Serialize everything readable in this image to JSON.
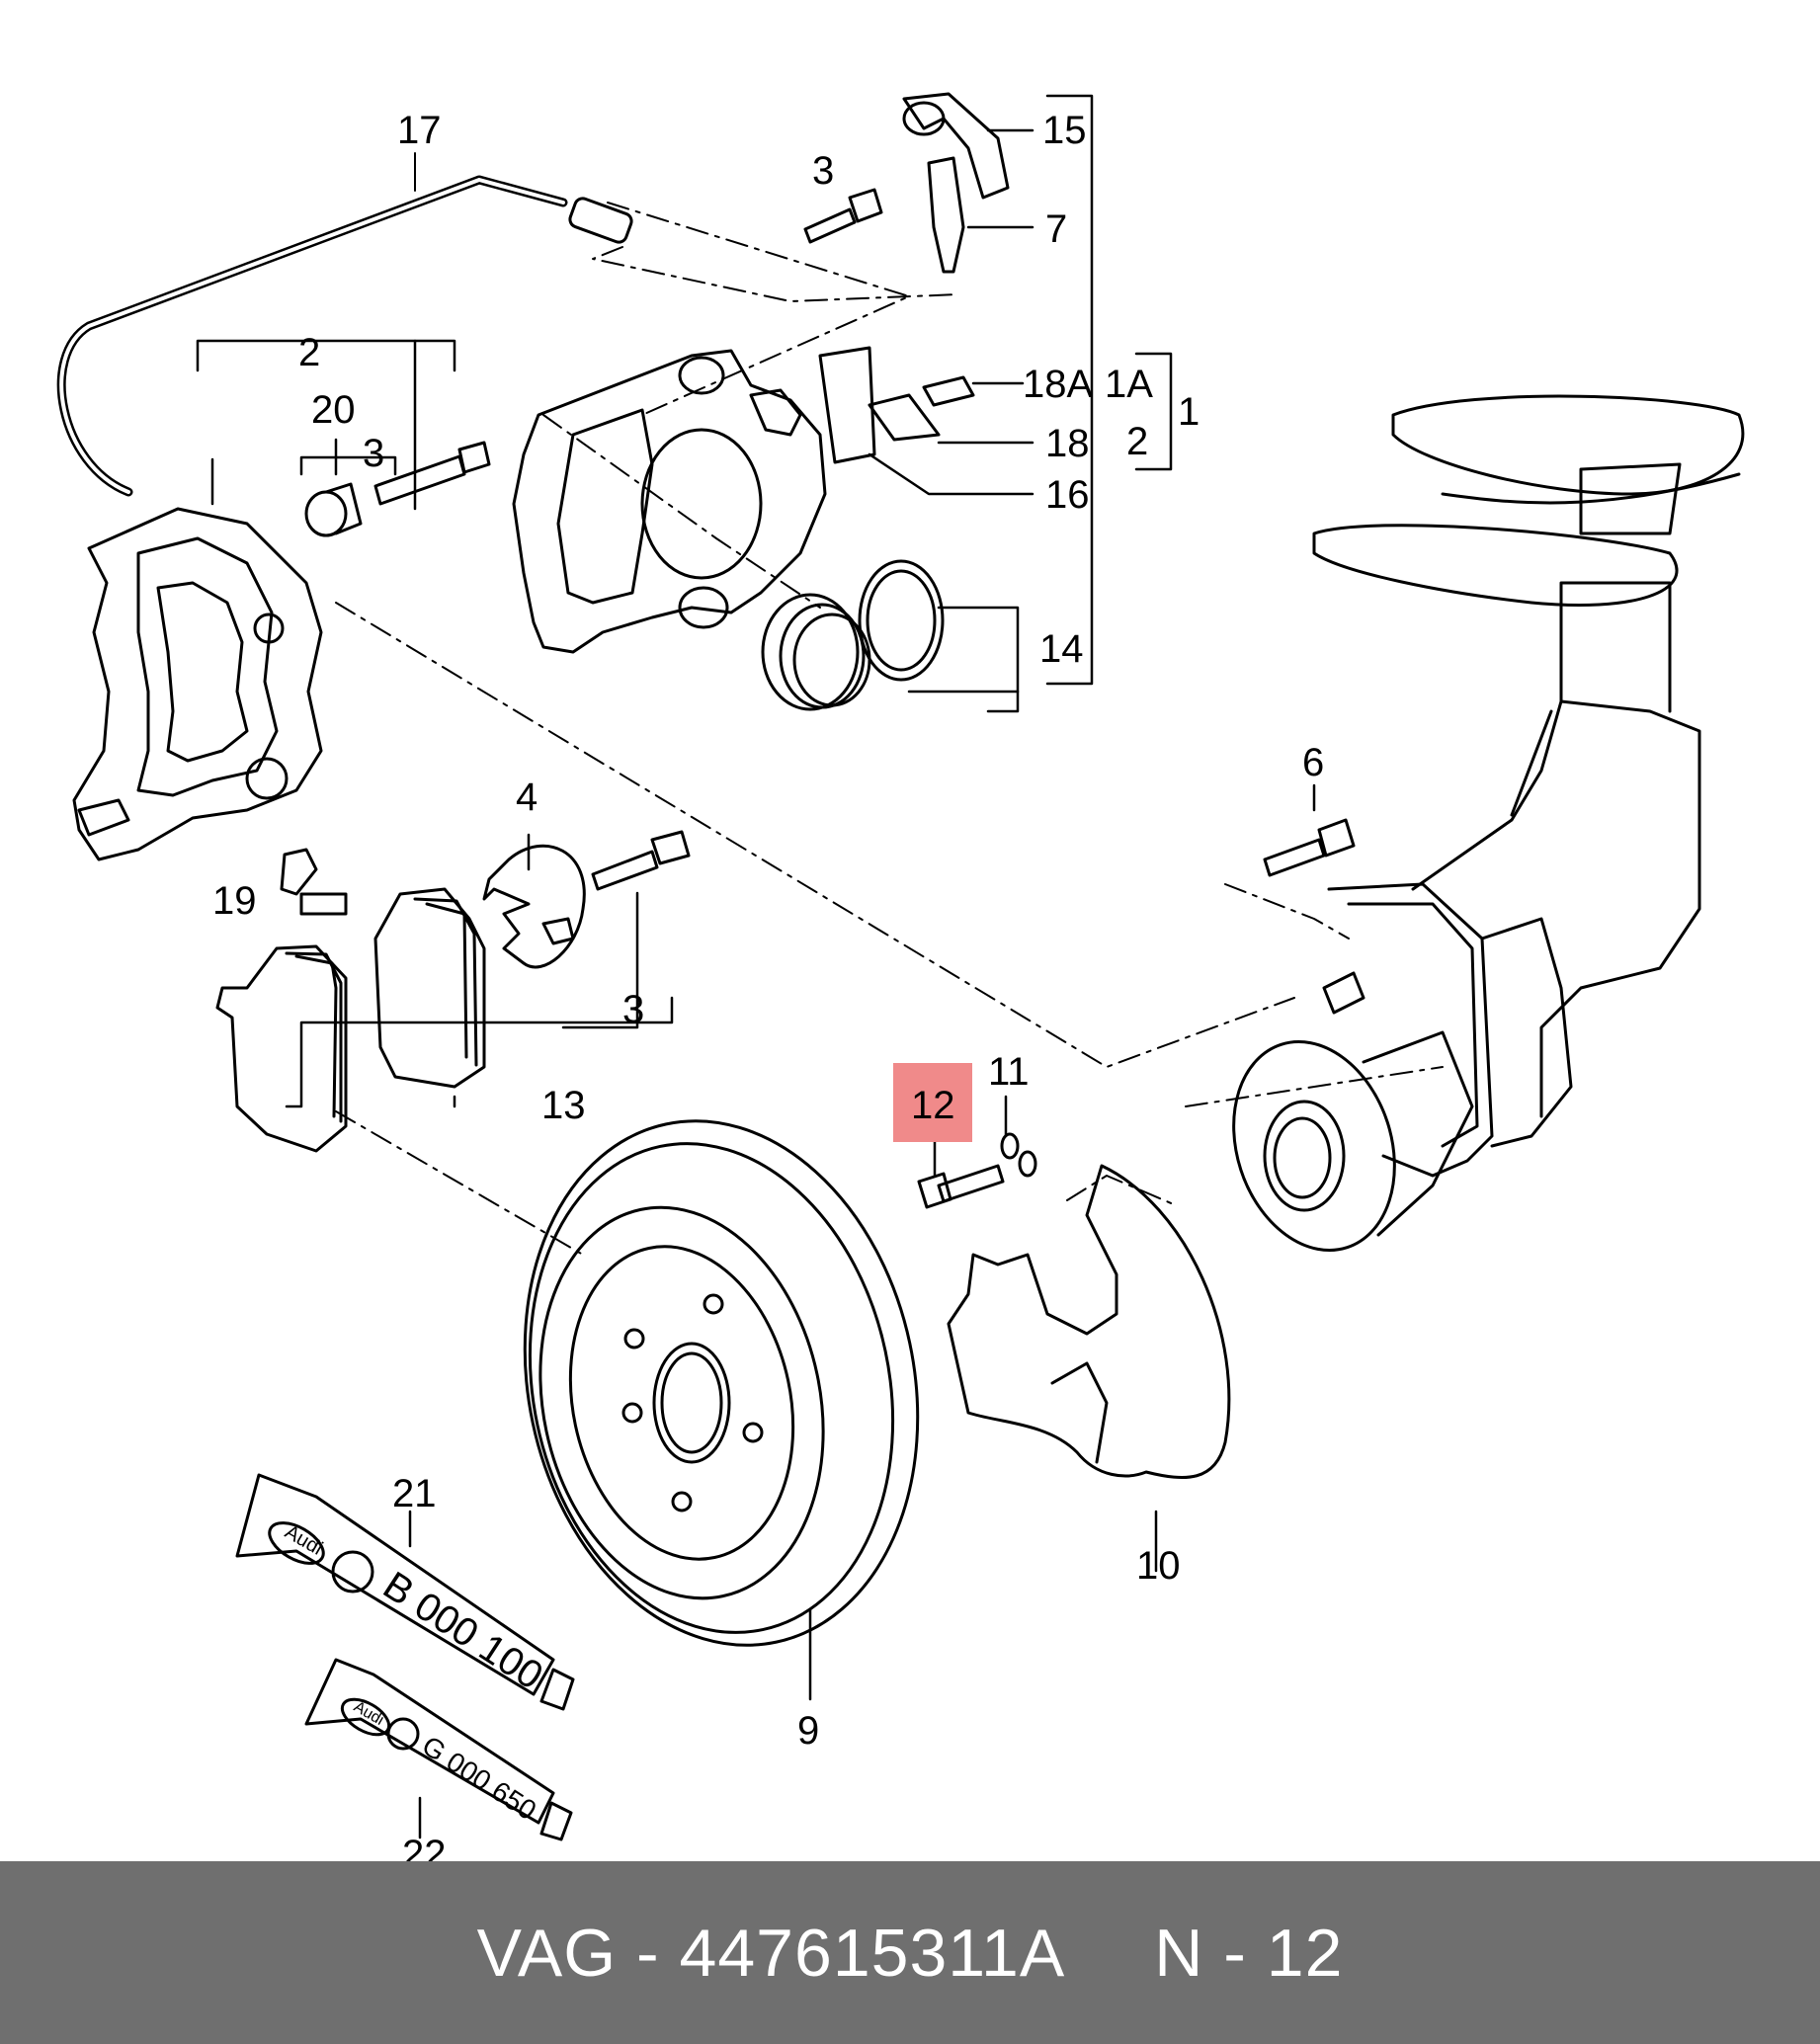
{
  "diagram": {
    "callouts": [
      {
        "id": "17",
        "label": "17"
      },
      {
        "id": "3a",
        "label": "3"
      },
      {
        "id": "15",
        "label": "15"
      },
      {
        "id": "7",
        "label": "7"
      },
      {
        "id": "2a",
        "label": "2"
      },
      {
        "id": "20",
        "label": "20"
      },
      {
        "id": "3b",
        "label": "3"
      },
      {
        "id": "18A",
        "label": "18A"
      },
      {
        "id": "1A",
        "label": "1A"
      },
      {
        "id": "1",
        "label": "1"
      },
      {
        "id": "18",
        "label": "18"
      },
      {
        "id": "2b",
        "label": "2"
      },
      {
        "id": "16",
        "label": "16"
      },
      {
        "id": "14",
        "label": "14"
      },
      {
        "id": "6",
        "label": "6"
      },
      {
        "id": "4",
        "label": "4"
      },
      {
        "id": "19",
        "label": "19"
      },
      {
        "id": "3c",
        "label": "3"
      },
      {
        "id": "13",
        "label": "13"
      },
      {
        "id": "11",
        "label": "11"
      },
      {
        "id": "12",
        "label": "12",
        "highlighted": true
      },
      {
        "id": "10",
        "label": "10"
      },
      {
        "id": "9",
        "label": "9"
      },
      {
        "id": "21",
        "label": "21"
      },
      {
        "id": "22",
        "label": "22"
      }
    ],
    "tubes": [
      {
        "logo": "Audi",
        "code": "B 000 100"
      },
      {
        "logo": "Audi",
        "code": "G 000 650"
      }
    ],
    "highlight_color": "#f08a8a"
  },
  "footer": {
    "part_number": "VAG - 447615311A",
    "position": "N - 12"
  }
}
